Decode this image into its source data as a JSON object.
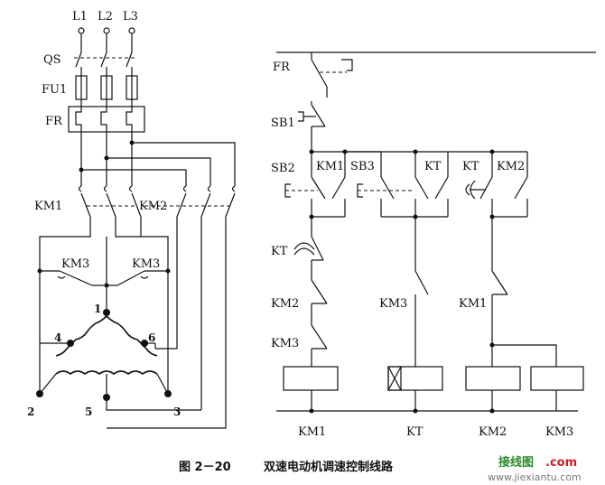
{
  "labels": {
    "L1": "L1",
    "L2": "L2",
    "L3": "L3",
    "QS": "QS",
    "FU1": "FU1",
    "FR_main": "FR",
    "KM1_main": "KM1",
    "KM2_main": "KM2",
    "KM3_left": "KM3",
    "KM3_right": "KM3",
    "t1": "1",
    "t2": "2",
    "t3": "3",
    "t4": "4",
    "t5": "5",
    "t6": "6",
    "FR_ctrl": "FR",
    "SB1": "SB1",
    "SB2": "SB2",
    "KM1_hold": "KM1",
    "SB3": "SB3",
    "KT_hold": "KT",
    "KT_inst": "KT",
    "KM2_hold": "KM2",
    "KT_delay": "KT",
    "KM2_il": "KM2",
    "KM3_il": "KM3",
    "KM3_branch": "KM3",
    "KM1_branch": "KM1",
    "coil_KM1": "KM1",
    "coil_KT": "KT",
    "coil_KM2": "KM2",
    "coil_KM3": "KM3"
  },
  "caption": {
    "figure_no": "图 2－20",
    "title": "双速电动机调速控制线路"
  },
  "watermark": {
    "logo": "接线图",
    "domain": ".com",
    "url": "www.jiexiantu.com"
  }
}
